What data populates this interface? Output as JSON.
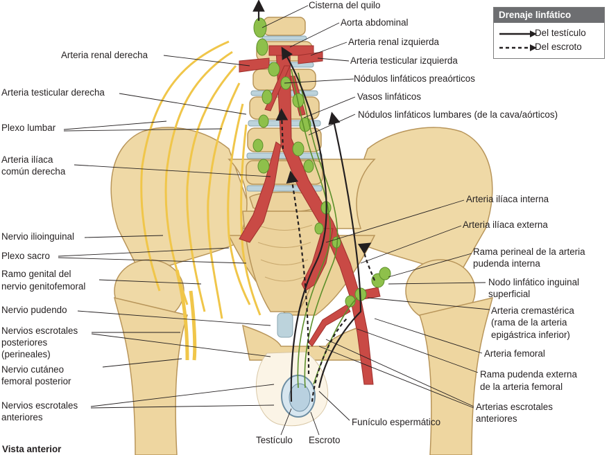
{
  "legend": {
    "title": "Drenaje linfático",
    "items": [
      {
        "label": "Del testículo",
        "style": "solid-arrow"
      },
      {
        "label": "Del escroto",
        "style": "dashed-arrow"
      }
    ]
  },
  "labels": {
    "cisterna_quilo": "Cisterna del quilo",
    "aorta_abdominal": "Aorta abdominal",
    "arteria_renal_izquierda": "Arteria renal izquierda",
    "arteria_testicular_izquierda": "Arteria testicular izquierda",
    "arteria_renal_derecha": "Arteria renal derecha",
    "nodulos_preaorticos": "Nódulos linfáticos preaórticos",
    "vasos_linfaticos": "Vasos linfáticos",
    "nodulos_lumbares": "Nódulos linfáticos lumbares (de la cava/aórticos)",
    "arteria_testicular_derecha": "Arteria testicular derecha",
    "plexo_lumbar": "Plexo lumbar",
    "arteria_iliaca_comun_derecha_1": "Arteria ilíaca",
    "arteria_iliaca_comun_derecha_2": "común derecha",
    "arteria_iliaca_interna": "Arteria ilíaca interna",
    "arteria_iliaca_externa": "Arteria ilíaca externa",
    "nervio_ilioinguinal": "Nervio ilioinguinal",
    "plexo_sacro": "Plexo sacro",
    "rama_perineal_1": "Rama perineal de la arteria",
    "rama_perineal_2": "pudenda interna",
    "ramo_genital_1": "Ramo genital del",
    "ramo_genital_2": "nervio genitofemoral",
    "nodo_inguinal_1": "Nodo linfático inguinal",
    "nodo_inguinal_2": "superficial",
    "nervio_pudendo": "Nervio pudendo",
    "arteria_cremasterica_1": "Arteria cremastérica",
    "arteria_cremasterica_2": "(rama de la arteria",
    "arteria_cremasterica_3": "epigástrica inferior)",
    "nervios_escrotales_posteriores_1": "Nervios escrotales",
    "nervios_escrotales_posteriores_2": "posteriores",
    "nervios_escrotales_posteriores_3": "(perineales)",
    "arteria_femoral": "Arteria femoral",
    "nervio_cutaneo_1": "Nervio cutáneo",
    "nervio_cutaneo_2": "femoral posterior",
    "rama_pudenda_externa_1": "Rama pudenda externa",
    "rama_pudenda_externa_2": "de la arteria femoral",
    "nervios_escrotales_anteriores_1": "Nervios escrotales",
    "nervios_escrotales_anteriores_2": "anteriores",
    "arterias_escrotales_1": "Arterias escrotales",
    "arterias_escrotales_2": "anteriores",
    "funiculo_espermatico": "Funículo espermático",
    "testiculo": "Testículo",
    "escroto": "Escroto"
  },
  "view_caption": "Vista anterior",
  "colors": {
    "bone": "#efd9a6",
    "artery": "#c94a45",
    "lymph": "#8ec04b",
    "nerve": "#f0c64a",
    "disc": "#bcd3dc",
    "legend_header": "#6d6e71"
  }
}
